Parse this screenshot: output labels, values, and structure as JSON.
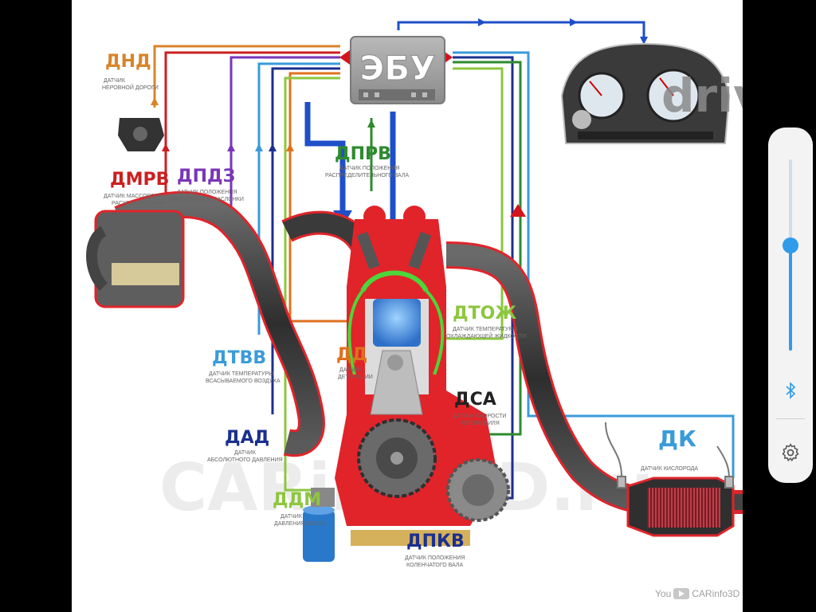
{
  "ecu": {
    "title": "ЭБУ"
  },
  "sensors": [
    {
      "id": "dnd",
      "code": "ДНД",
      "desc": [
        "ДАТЧИК",
        "НЕРОВНОЙ ДОРОГИ"
      ],
      "color": "#d9842a"
    },
    {
      "id": "dmrv",
      "code": "ДМРВ",
      "desc": [
        "ДАТЧИК МАССОВОГО",
        "РАСХОДА ВОЗДУХА"
      ],
      "color": "#cc1f1f"
    },
    {
      "id": "dpdz",
      "code": "ДПДЗ",
      "desc": [
        "ДАТЧИК ПОЛОЖЕНИЯ",
        "ДРОССЕЛЬНОЙ ЗАСЛОНКИ"
      ],
      "color": "#7a36b8"
    },
    {
      "id": "dprv",
      "code": "ДПРВ",
      "desc": [
        "ДАТЧИК ПОЛОЖЕНИЯ",
        "РАСПРЕДЕЛИТЕЛЬНОГО ВАЛА"
      ],
      "color": "#2e8a2e"
    },
    {
      "id": "dtozh",
      "code": "ДТОЖ",
      "desc": [
        "ДАТЧИК ТЕМПЕРАТУРЫ",
        "ОХЛАЖДАЮЩЕЙ ЖИДКОСТИ"
      ],
      "color": "#8dc63f"
    },
    {
      "id": "dtvv",
      "code": "ДТВВ",
      "desc": [
        "ДАТЧИК ТЕМПЕРАТУРЫ",
        "ВСАСЫВАЕМОГО ВОЗДУХА"
      ],
      "color": "#3a9bd9"
    },
    {
      "id": "dd",
      "code": "ДД",
      "desc": [
        "ДАТЧИК",
        "ДЕТОНАЦИИ"
      ],
      "color": "#e0701e"
    },
    {
      "id": "dsa",
      "code": "ДСА",
      "desc": [
        "ДАТЧИК СКОРОСТИ",
        "АВТОМОБИЛЯ"
      ],
      "color": "#222222"
    },
    {
      "id": "dad",
      "code": "ДАД",
      "desc": [
        "ДАТЧИК",
        "АБСОЛЮТНОГО ДАВЛЕНИЯ"
      ],
      "color": "#1b2f8f"
    },
    {
      "id": "dk",
      "code": "ДК",
      "desc": [
        "ДАТЧИК КИСЛОРОДА"
      ],
      "color": "#3a9bd9"
    },
    {
      "id": "ddm",
      "code": "ДДМ",
      "desc": [
        "ДАТЧИК",
        "ДАВЛЕНИЯ МАСЛА"
      ],
      "color": "#8dc63f"
    },
    {
      "id": "dpkv",
      "code": "ДПКВ",
      "desc": [
        "ДАТЧИК ПОЛОЖЕНИЯ",
        "КОЛЕНЧАТОГО ВАЛА"
      ],
      "color": "#1b2f8f"
    }
  ],
  "watermarks": {
    "center": "CARinfo3D.ru",
    "corner": "drive.bg"
  },
  "overlay": {
    "volume_level": 0.55,
    "credit": "CARinfo3D"
  },
  "colors": {
    "pipe_red": "#e0242a",
    "pipe_gray": "#4a4a4a",
    "wire_blue": "#1f4fc8",
    "arrow_red": "#d4141c"
  }
}
